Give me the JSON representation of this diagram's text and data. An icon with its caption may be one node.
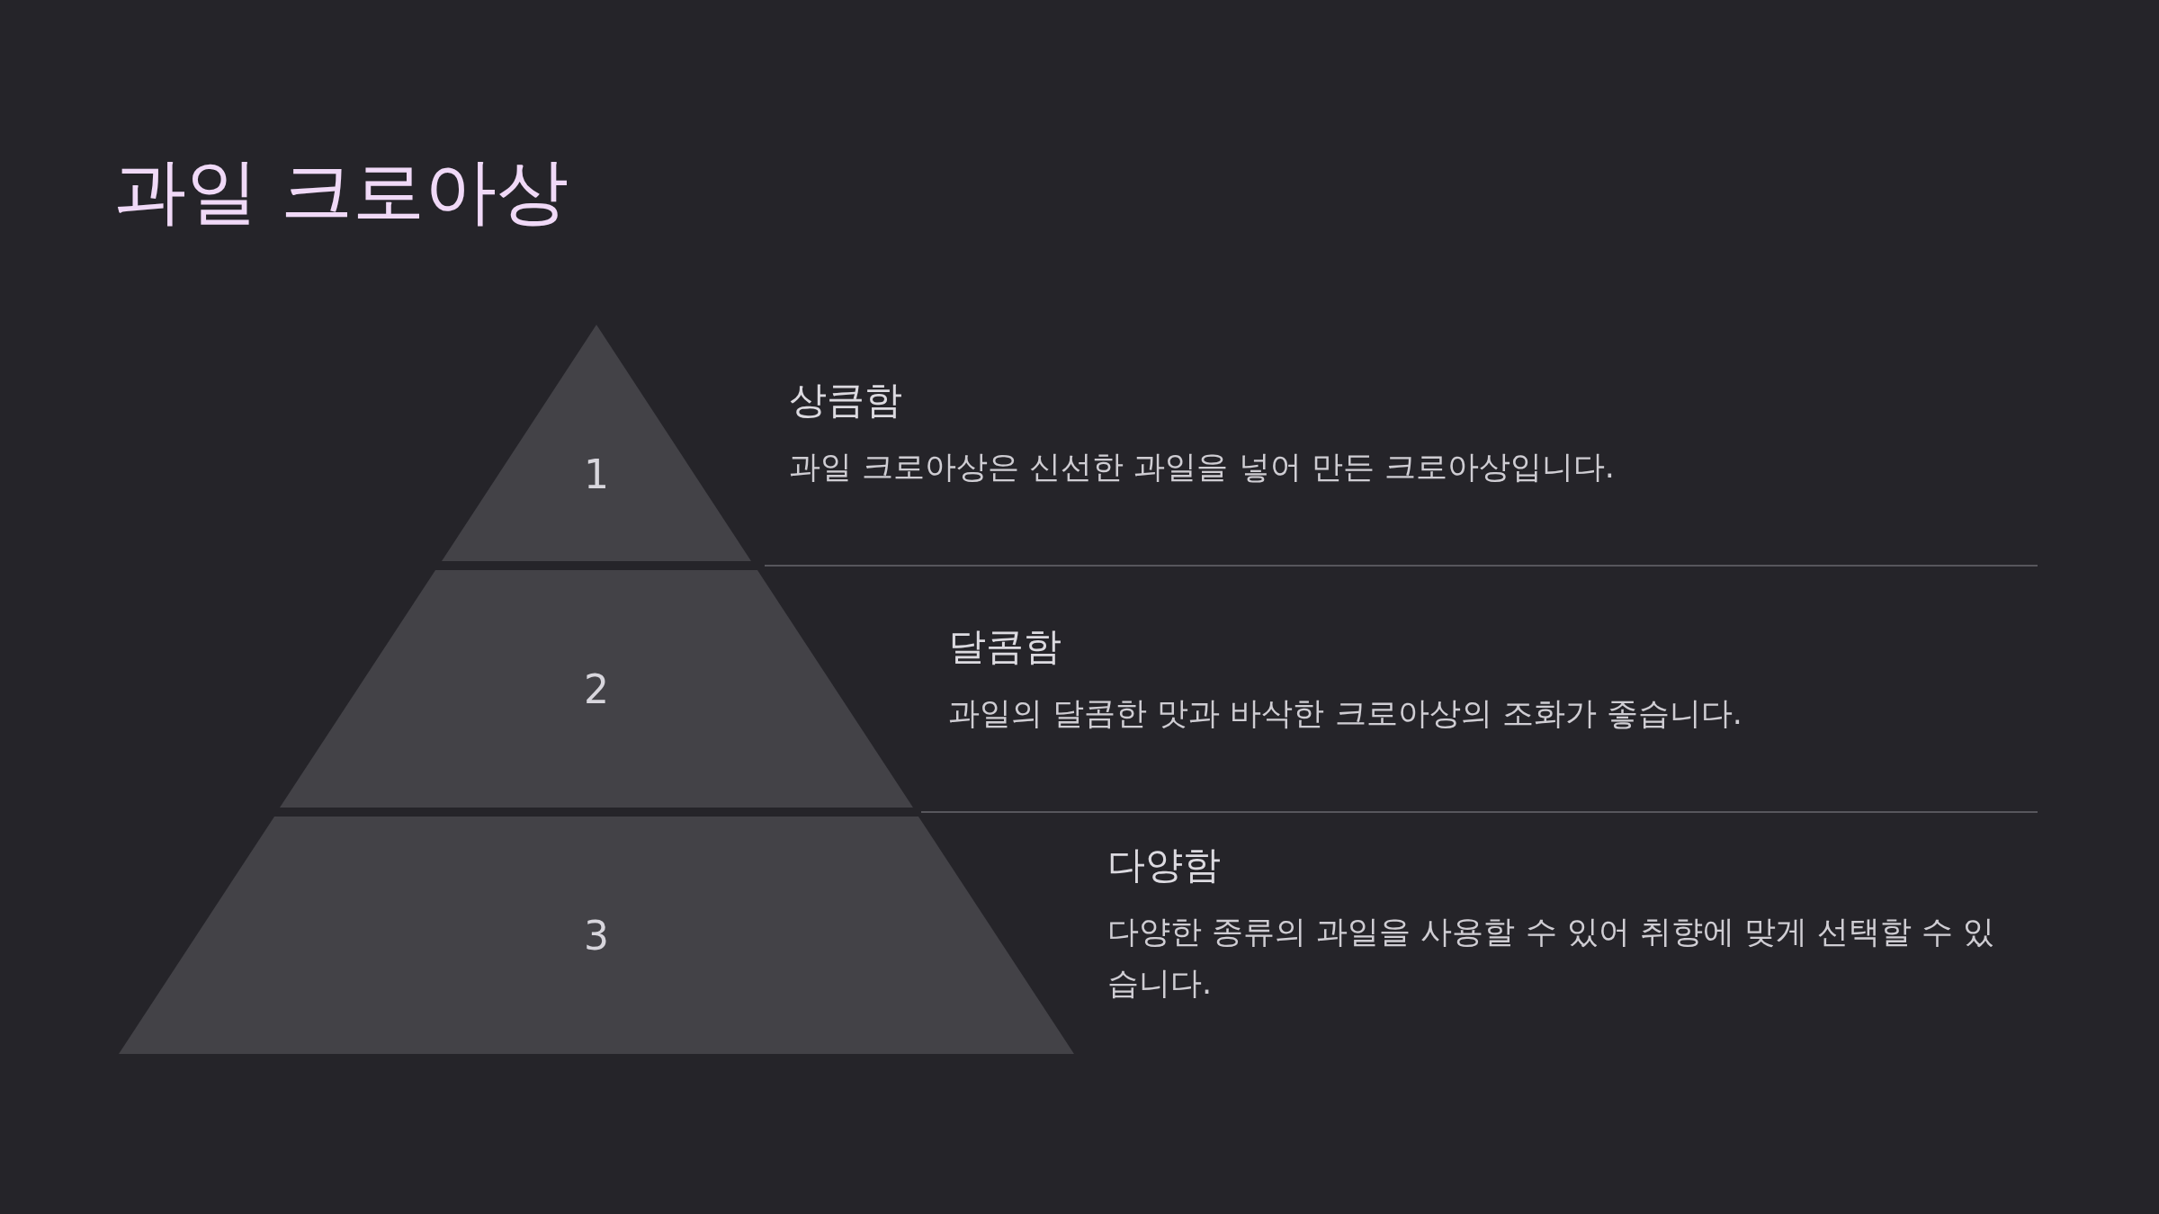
{
  "diagram": {
    "title": "과일 크로아상",
    "nodes": [
      {
        "text": [
          "1"
        ],
        "beside": [
          "상큼함",
          "과일 크로아상은 신선한 과일을 넣어 만든 크로아상입니다."
        ]
      },
      {
        "text": [
          "2"
        ],
        "beside": [
          "달콤함",
          "과일의 달콤한 맛과 바삭한 크로아상의 조화가 좋습니다."
        ]
      },
      {
        "text": [
          "3"
        ],
        "beside": [
          "다양함",
          "다양한 종류의 과일을 사용할 수 있어 취향에 맞게 선택할 수 있습니다."
        ]
      }
    ]
  }
}
